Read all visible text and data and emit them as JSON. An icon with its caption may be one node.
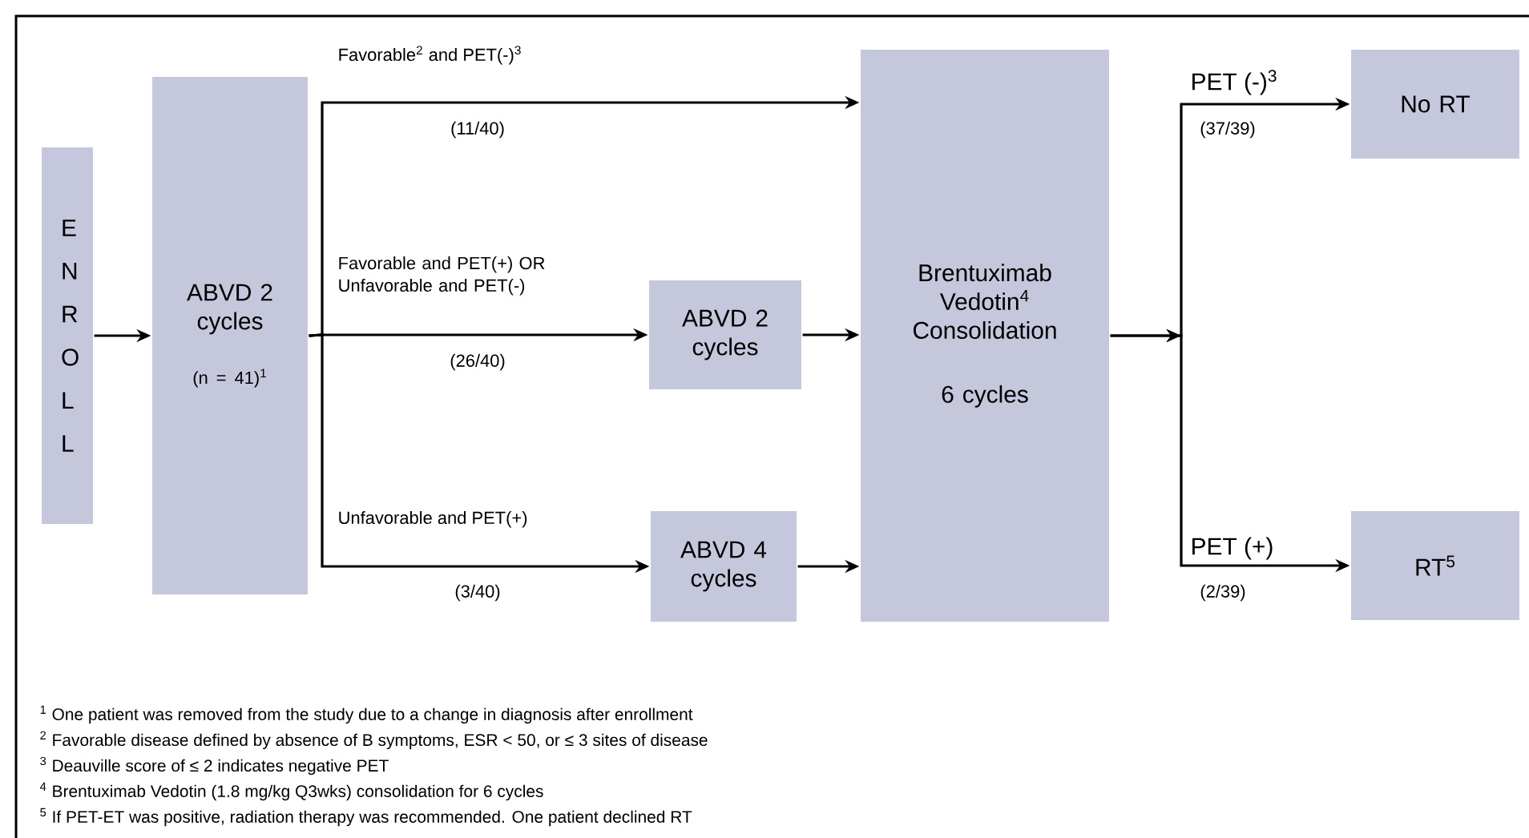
{
  "diagram": {
    "nodes": [
      {
        "text": [
          "E N R O L L"
        ]
      },
      {
        "text": [
          "ABVD 2 cycles",
          "(n = 41)$^{1}$"
        ]
      },
      {
        "text": [
          "ABVD 2 cycles"
        ]
      },
      {
        "text": [
          "ABVD 4 cycles"
        ]
      },
      {
        "text": [
          "Brentuximab Vedotin$^{4}$ Consolidation",
          "6 cycles"
        ]
      },
      {
        "text": [
          "No RT"
        ]
      },
      {
        "text": [
          "RT$^{5}$"
        ]
      }
    ],
    "edges": [
      {
        "from": 0,
        "to": 1,
        "arrow": "to"
      },
      {
        "from": 1,
        "to": 4,
        "arrow": "to",
        "label": "Favorable$^{2}$ and PET(-)$^{3}$"
      },
      {
        "from": 1,
        "to": 2,
        "arrow": "to",
        "label": "Favorable and PET(+) OR Unfavorable and PET(-)"
      },
      {
        "from": 1,
        "to": 3,
        "arrow": "to",
        "label": "Unfavorable and PET(+)"
      },
      {
        "from": 2,
        "to": 4,
        "arrow": "to"
      },
      {
        "from": 3,
        "to": 4,
        "arrow": "to"
      },
      {
        "from": 4,
        "to": 5,
        "arrow": "to",
        "label": "PET (-)$^{3}$"
      },
      {
        "from": 4,
        "to": 6,
        "arrow": "to",
        "label": "PET (+)"
      }
    ],
    "labels": [
      "(11/40)",
      "(37/39)",
      "(26/40)",
      "(3/40)",
      "(2/39)",
      "$^{1}$ One patient was removed from the study due to a change in diagnosis after enrollment",
      "$^{2}$ Favorable disease defined by absence of B symptoms, ESR < 50, or ≤ 3 sites of disease",
      "$^{3}$ Deauville score of ≤ 2 indicates negative PET",
      "$^{4}$ Brentuximab Vedotin (1.8 mg/kg Q3wks) consolidation for 6 cycles",
      "$^{5}$ If PET-ET was positive, radiation therapy was recommended. One patient declined RT"
    ]
  }
}
